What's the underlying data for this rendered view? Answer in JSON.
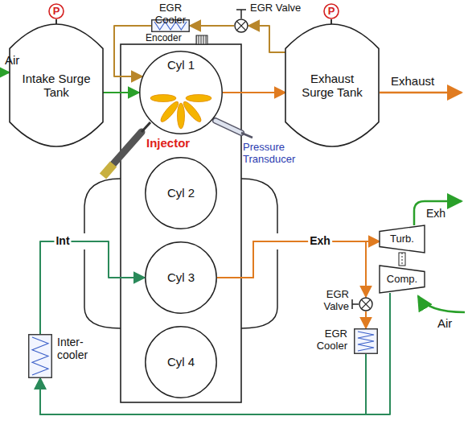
{
  "diagram": {
    "nodes": [
      {
        "text": [
          "P"
        ]
      },
      {
        "text": [
          "Intake Surge Tank"
        ]
      },
      {
        "text": [
          "EGR Cooler"
        ]
      },
      {
        "text": [
          "EGR Valve"
        ]
      },
      {
        "text": [
          "P"
        ]
      },
      {
        "text": [
          "Exhaust Surge Tank"
        ]
      },
      {
        "text": [
          "Cyl 1"
        ]
      },
      {
        "text": [
          "Cyl 2"
        ]
      },
      {
        "text": [
          "Cyl 3"
        ]
      },
      {
        "text": [
          "Cyl 4"
        ]
      },
      {
        "text": [
          "Turb."
        ]
      },
      {
        "text": [
          "Comp."
        ]
      },
      {
        "text": [
          "EGR Valve"
        ]
      },
      {
        "text": [
          "Inter-cooler"
        ]
      },
      {
        "text": [
          "EGR Cooler"
        ]
      }
    ],
    "edges": [
      {
        "from": 1,
        "to": 6,
        "arrow": "to"
      },
      {
        "from": 6,
        "to": 5,
        "arrow": "to"
      },
      {
        "from": 5,
        "to": 3,
        "arrow": "to"
      },
      {
        "from": 3,
        "to": 2,
        "arrow": "to"
      },
      {
        "from": 2,
        "to": 6,
        "arrow": "to"
      },
      {
        "from": 8,
        "to": 10,
        "label": "Exh",
        "arrow": "to"
      },
      {
        "from": 8,
        "to": 12,
        "arrow": "to"
      },
      {
        "from": 12,
        "to": 14,
        "arrow": "to"
      },
      {
        "from": 14,
        "to": 13,
        "arrow": "to"
      },
      {
        "from": 11,
        "to": 13,
        "arrow": "to"
      },
      {
        "from": 13,
        "to": 8,
        "label": "Int",
        "arrow": "to"
      },
      {
        "from": 0,
        "to": 1,
        "arrow": "none"
      },
      {
        "from": 4,
        "to": 5,
        "arrow": "none"
      }
    ],
    "labels": [
      "Air",
      "Encoder",
      "Exhaust",
      "Injector",
      "Pressure Transducer",
      "Exh",
      "Air"
    ]
  }
}
